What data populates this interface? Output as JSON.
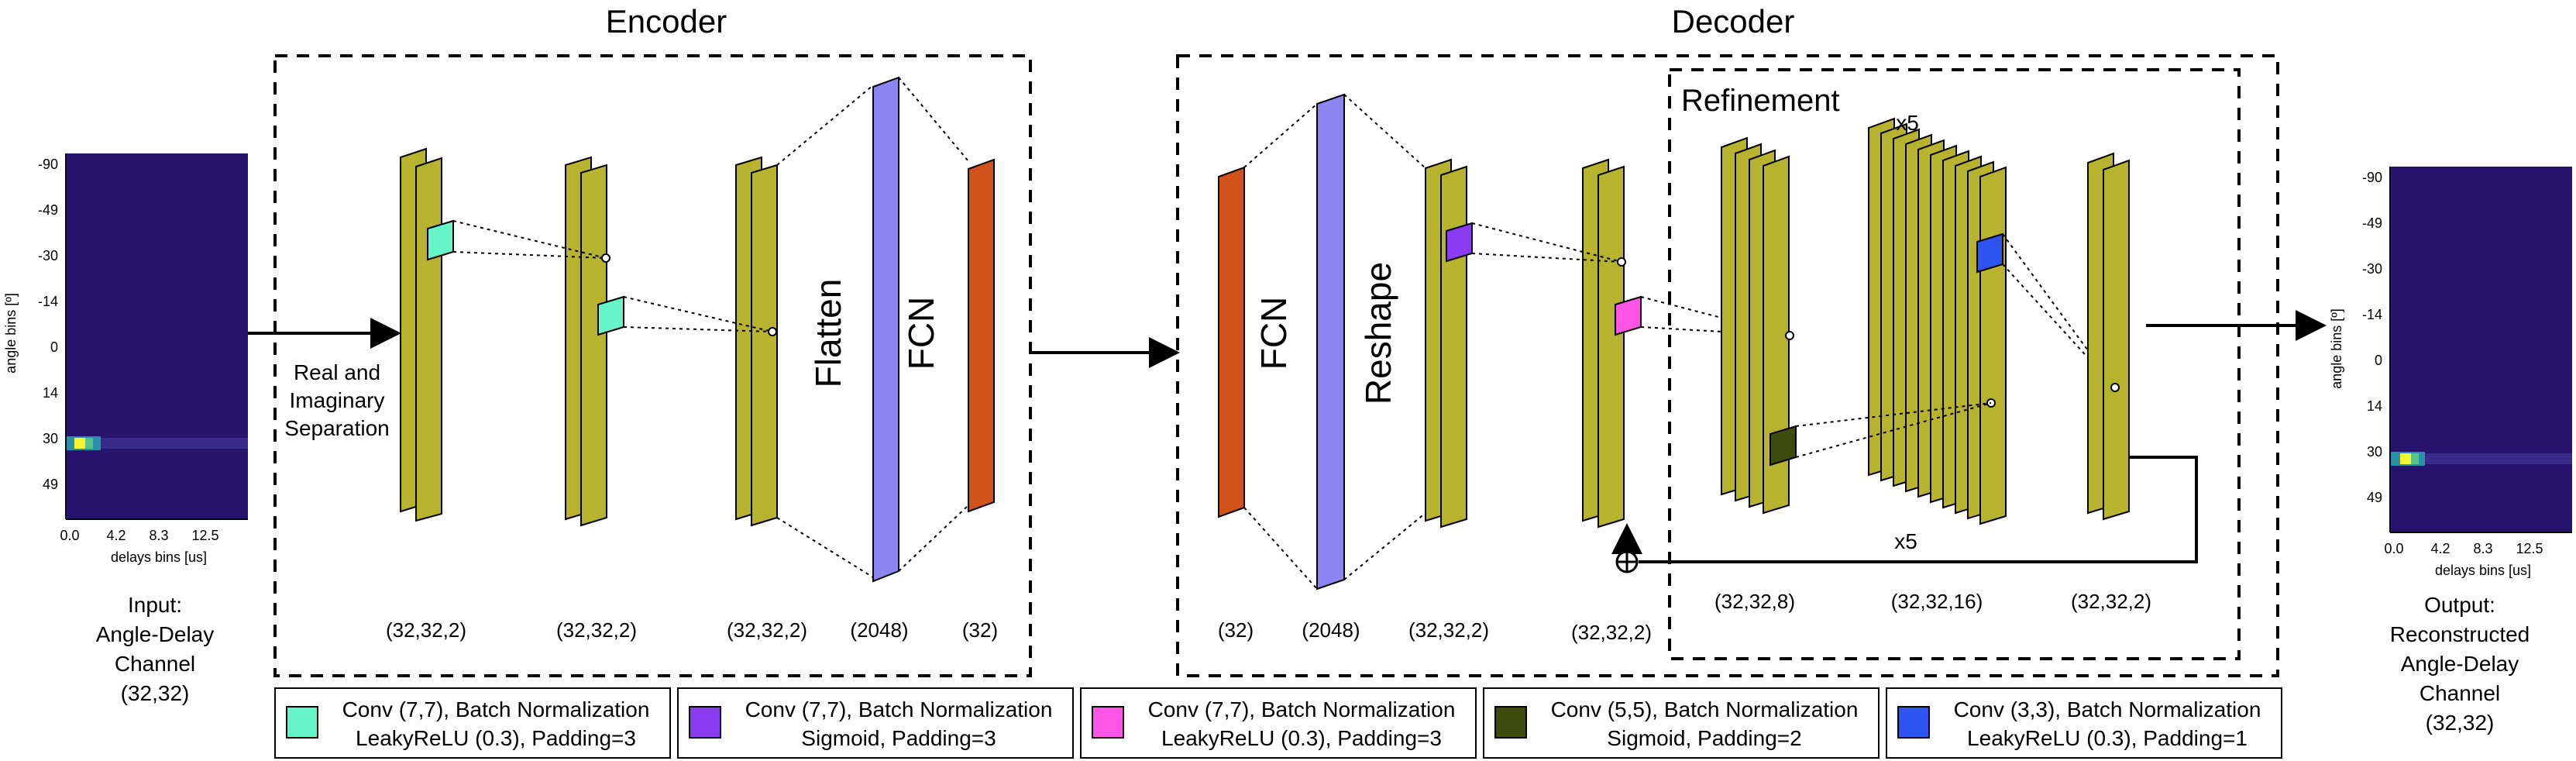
{
  "colors": {
    "conv_feature": "#b8b32e",
    "fcn": "#d2521c",
    "flatten_vec": "#8f85f2",
    "heatmap_bg": "#26136e",
    "heatmap_hot": "#f5f532",
    "legend": [
      "#66f5c8",
      "#8b3cf0",
      "#ff55e6",
      "#3f4a0d",
      "#2f55f0"
    ]
  },
  "titles": {
    "encoder": "Encoder",
    "decoder": "Decoder",
    "refinement": "Refinement"
  },
  "input_plot": {
    "ylabel": "angle bins [º]",
    "xlabel": "delays bins [us]",
    "yticks": [
      "-90",
      "-49",
      "-30",
      "-14",
      "0",
      "14",
      "30",
      "49"
    ],
    "xticks": [
      "0.0",
      "4.2",
      "8.3",
      "12.5"
    ],
    "caption": [
      "Input:",
      "Angle-Delay",
      "Channel",
      "(32,32)"
    ]
  },
  "output_plot": {
    "ylabel": "angle bins [º]",
    "xlabel": "delays bins [us]",
    "yticks": [
      "-90",
      "-49",
      "-30",
      "-14",
      "0",
      "14",
      "30",
      "49"
    ],
    "xticks": [
      "0.0",
      "4.2",
      "8.3",
      "12.5"
    ],
    "caption": [
      "Output:",
      "Reconstructed",
      "Angle-Delay",
      "Channel",
      "(32,32)"
    ]
  },
  "encoder": {
    "separation_label": [
      "Real and",
      "Imaginary",
      "Separation"
    ],
    "flatten_label": "Flatten",
    "fcn_label": "FCN",
    "dims": [
      "(32,32,2)",
      "(32,32,2)",
      "(32,32,2)",
      "(2048)",
      "(32)"
    ]
  },
  "decoder": {
    "fcn_label": "FCN",
    "reshape_label": "Reshape",
    "dims": [
      "(32)",
      "(2048)",
      "(32,32,2)",
      "(32,32,2)",
      "(32,32,8)",
      "(32,32,16)",
      "(32,32,2)"
    ],
    "repeat_label": "x5",
    "stack_repeat_label": "x5"
  },
  "legend": [
    {
      "line1": "Conv (7,7), Batch Normalization",
      "line2": "LeakyReLU (0.3), Padding=3"
    },
    {
      "line1": "Conv (7,7), Batch Normalization",
      "line2": "Sigmoid, Padding=3"
    },
    {
      "line1": "Conv (7,7), Batch Normalization",
      "line2": "LeakyReLU (0.3), Padding=3"
    },
    {
      "line1": "Conv (5,5), Batch Normalization",
      "line2": "Sigmoid, Padding=2"
    },
    {
      "line1": "Conv (3,3), Batch Normalization",
      "line2": "LeakyReLU (0.3), Padding=1"
    }
  ]
}
